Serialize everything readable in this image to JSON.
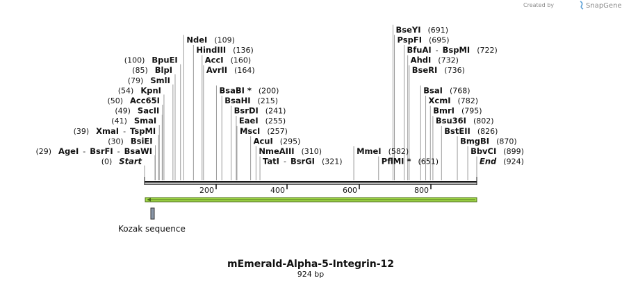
{
  "branding": {
    "credit": "Created by",
    "name": "SnapGene"
  },
  "map": {
    "name": "mEmerald-Alpha-5-Integrin-12",
    "length_label": "924 bp",
    "length_bp": 924,
    "ticks": [
      "200",
      "400",
      "600",
      "800"
    ],
    "feature": {
      "name": "Kozak sequence"
    },
    "orf_color": "#a6e04a",
    "backbone_color": "#1a1a1a"
  },
  "sites": [
    {
      "row": 11,
      "side": "L",
      "pos": "(0)",
      "parts": [
        {
          "t": "Start",
          "i": true
        }
      ]
    },
    {
      "row": 10,
      "side": "L",
      "pos": "(29)",
      "parts": [
        {
          "t": "AgeI"
        },
        {
          "s": "-"
        },
        {
          "t": "BsrFI"
        },
        {
          "s": "-"
        },
        {
          "t": "BsaWI"
        }
      ]
    },
    {
      "row": 9,
      "side": "L",
      "pos": "(30)",
      "parts": [
        {
          "t": "BsiEI"
        }
      ]
    },
    {
      "row": 8,
      "side": "L",
      "pos": "(39)",
      "parts": [
        {
          "t": "XmaI"
        },
        {
          "s": "-"
        },
        {
          "t": "TspMI"
        }
      ]
    },
    {
      "row": 7,
      "side": "L",
      "pos": "(41)",
      "parts": [
        {
          "t": "SmaI"
        }
      ]
    },
    {
      "row": 6,
      "side": "L",
      "pos": "(49)",
      "parts": [
        {
          "t": "SacII"
        }
      ]
    },
    {
      "row": 5,
      "side": "L",
      "pos": "(50)",
      "parts": [
        {
          "t": "Acc65I"
        }
      ]
    },
    {
      "row": 4,
      "side": "L",
      "pos": "(54)",
      "parts": [
        {
          "t": "KpnI"
        }
      ]
    },
    {
      "row": 3,
      "side": "L",
      "pos": "(79)",
      "parts": [
        {
          "t": "SmlI"
        }
      ]
    },
    {
      "row": 2,
      "side": "L",
      "pos": "(85)",
      "parts": [
        {
          "t": "BlpI"
        }
      ]
    },
    {
      "row": 1,
      "side": "L",
      "pos": "(100)",
      "parts": [
        {
          "t": "BpuEI"
        }
      ]
    },
    {
      "row": -1,
      "side": "R",
      "pos": "(109)",
      "parts": [
        {
          "t": "NdeI"
        }
      ]
    },
    {
      "row": 0,
      "side": "R",
      "pos": "(136)",
      "parts": [
        {
          "t": "HindIII"
        }
      ]
    },
    {
      "row": 1,
      "side": "R",
      "pos": "(160)",
      "parts": [
        {
          "t": "AccI"
        }
      ]
    },
    {
      "row": 2,
      "side": "R",
      "pos": "(164)",
      "parts": [
        {
          "t": "AvrII"
        }
      ]
    },
    {
      "row": 4,
      "side": "R",
      "pos": "(200)",
      "parts": [
        {
          "t": "BsaBI *"
        }
      ]
    },
    {
      "row": 5,
      "side": "R",
      "pos": "(215)",
      "parts": [
        {
          "t": "BsaHI"
        }
      ]
    },
    {
      "row": 6,
      "side": "R",
      "pos": "(241)",
      "parts": [
        {
          "t": "BsrDI"
        }
      ]
    },
    {
      "row": 7,
      "side": "R",
      "pos": "(255)",
      "parts": [
        {
          "t": "EaeI"
        }
      ]
    },
    {
      "row": 8,
      "side": "R",
      "pos": "(257)",
      "parts": [
        {
          "t": "MscI"
        }
      ]
    },
    {
      "row": 9,
      "side": "R",
      "pos": "(295)",
      "parts": [
        {
          "t": "AcuI"
        }
      ]
    },
    {
      "row": 10,
      "side": "R",
      "pos": "(310)",
      "parts": [
        {
          "t": "NmeAIII"
        }
      ]
    },
    {
      "row": 11,
      "side": "R",
      "pos": "(321)",
      "parts": [
        {
          "t": "TatI"
        },
        {
          "s": "-"
        },
        {
          "t": "BsrGI"
        }
      ]
    },
    {
      "row": 10,
      "side": "R",
      "pos": "(582)",
      "parts": [
        {
          "t": "MmeI"
        }
      ]
    },
    {
      "row": 11,
      "side": "R",
      "pos": "(651)",
      "parts": [
        {
          "t": "PflMI *"
        }
      ]
    },
    {
      "row": -2,
      "side": "R",
      "pos": "(691)",
      "parts": [
        {
          "t": "BseYI"
        }
      ]
    },
    {
      "row": -1,
      "side": "R",
      "pos": "(695)",
      "parts": [
        {
          "t": "PspFI"
        }
      ]
    },
    {
      "row": 0,
      "side": "R",
      "pos": "(722)",
      "parts": [
        {
          "t": "BfuAI"
        },
        {
          "s": "-"
        },
        {
          "t": "BspMI"
        }
      ]
    },
    {
      "row": 1,
      "side": "R",
      "pos": "(732)",
      "parts": [
        {
          "t": "AhdI"
        }
      ]
    },
    {
      "row": 2,
      "side": "R",
      "pos": "(736)",
      "parts": [
        {
          "t": "BseRI"
        }
      ]
    },
    {
      "row": 4,
      "side": "R",
      "pos": "(768)",
      "parts": [
        {
          "t": "BsaI"
        }
      ]
    },
    {
      "row": 5,
      "side": "R",
      "pos": "(782)",
      "parts": [
        {
          "t": "XcmI"
        }
      ]
    },
    {
      "row": 6,
      "side": "R",
      "pos": "(795)",
      "parts": [
        {
          "t": "BmrI"
        }
      ]
    },
    {
      "row": 7,
      "side": "R",
      "pos": "(802)",
      "parts": [
        {
          "t": "Bsu36I"
        }
      ]
    },
    {
      "row": 8,
      "side": "R",
      "pos": "(826)",
      "parts": [
        {
          "t": "BstEII"
        }
      ]
    },
    {
      "row": 9,
      "side": "R",
      "pos": "(870)",
      "parts": [
        {
          "t": "BmgBI"
        }
      ]
    },
    {
      "row": 10,
      "side": "R",
      "pos": "(899)",
      "parts": [
        {
          "t": "BbvCI"
        }
      ]
    },
    {
      "row": 11,
      "side": "R",
      "pos": "(924)",
      "parts": [
        {
          "t": "End",
          "i": true
        }
      ]
    }
  ]
}
